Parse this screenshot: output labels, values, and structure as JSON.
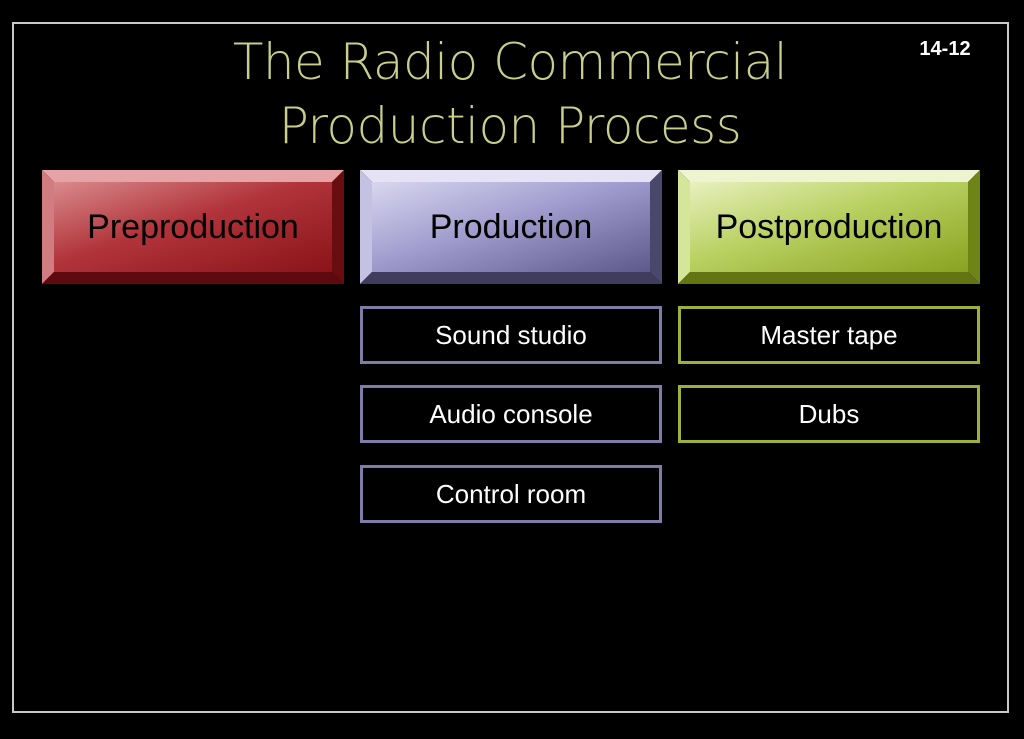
{
  "slide": {
    "number": "14-12",
    "title_line1": "The Radio Commercial",
    "title_line2": "Production Process"
  },
  "stages": [
    {
      "label": "Preproduction",
      "color": "#a8232a",
      "items": []
    },
    {
      "label": "Production",
      "color": "#8783b8",
      "items": [
        "Sound studio",
        "Audio console",
        "Control room"
      ]
    },
    {
      "label": "Postproduction",
      "color": "#a6c13a",
      "items": [
        "Master tape",
        "Dubs"
      ]
    }
  ],
  "colors": {
    "background": "#000000",
    "title": "#c9cf8a",
    "frame": "#c8c8c8",
    "item_text": "#ffffff"
  }
}
